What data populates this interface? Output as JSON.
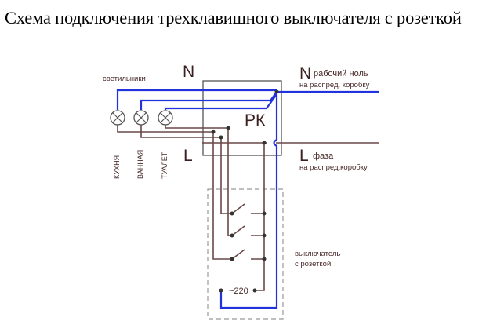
{
  "title": "Схема подключения трехклавишного выключателя с розеткой",
  "labels": {
    "n_top": "N",
    "n_right": "N",
    "neutral_label": "рабочий ноль",
    "neutral_sub": "на распред. коробку",
    "l_left": "L",
    "l_right": "L",
    "phase_label": "фаза",
    "phase_sub": "на распред.коробку",
    "junction_box": "РК",
    "lamps_label": "светильники",
    "lamp_1": "КУХНЯ",
    "lamp_2": "ВАННАЯ",
    "lamp_3": "ТУАЛЕТ",
    "switch_label_1": "выключатель",
    "switch_label_2": "с розеткой",
    "socket_label": "~220"
  },
  "colors": {
    "neutral": "#2233dd",
    "phase": "#6a4848",
    "box": "#555555",
    "dashed": "#999999"
  }
}
